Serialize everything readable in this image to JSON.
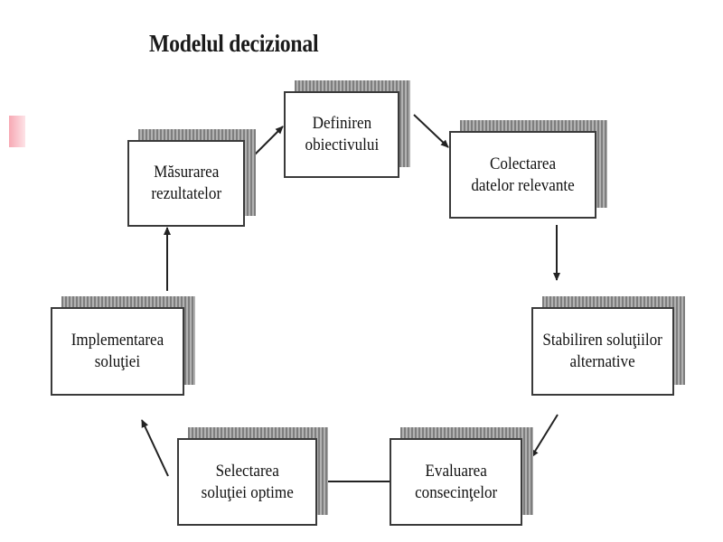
{
  "title": "Modelul decizional",
  "nodes": [
    {
      "id": "definirea-obiectivului",
      "lines": [
        "Definiren",
        "obiectivului"
      ]
    },
    {
      "id": "colectarea-datelor",
      "lines": [
        "Colectarea",
        "datelor relevante"
      ]
    },
    {
      "id": "stabilirea-solutiilor",
      "lines": [
        "Stabiliren soluţiilor",
        "alternative"
      ]
    },
    {
      "id": "evaluarea-consecintelor",
      "lines": [
        "Evaluarea",
        "consecinţelor"
      ]
    },
    {
      "id": "selectarea-solutiei",
      "lines": [
        "Selectarea",
        "soluţiei optime"
      ]
    },
    {
      "id": "implementarea-solutiei",
      "lines": [
        "Implementarea",
        "soluţiei"
      ]
    },
    {
      "id": "masurarea-rezultatelor",
      "lines": [
        "Măsurarea",
        "rezultatelor"
      ]
    }
  ],
  "colors": {
    "border": "#3a3a3a",
    "arrow": "#222222",
    "accent": "#f7a8b3"
  }
}
